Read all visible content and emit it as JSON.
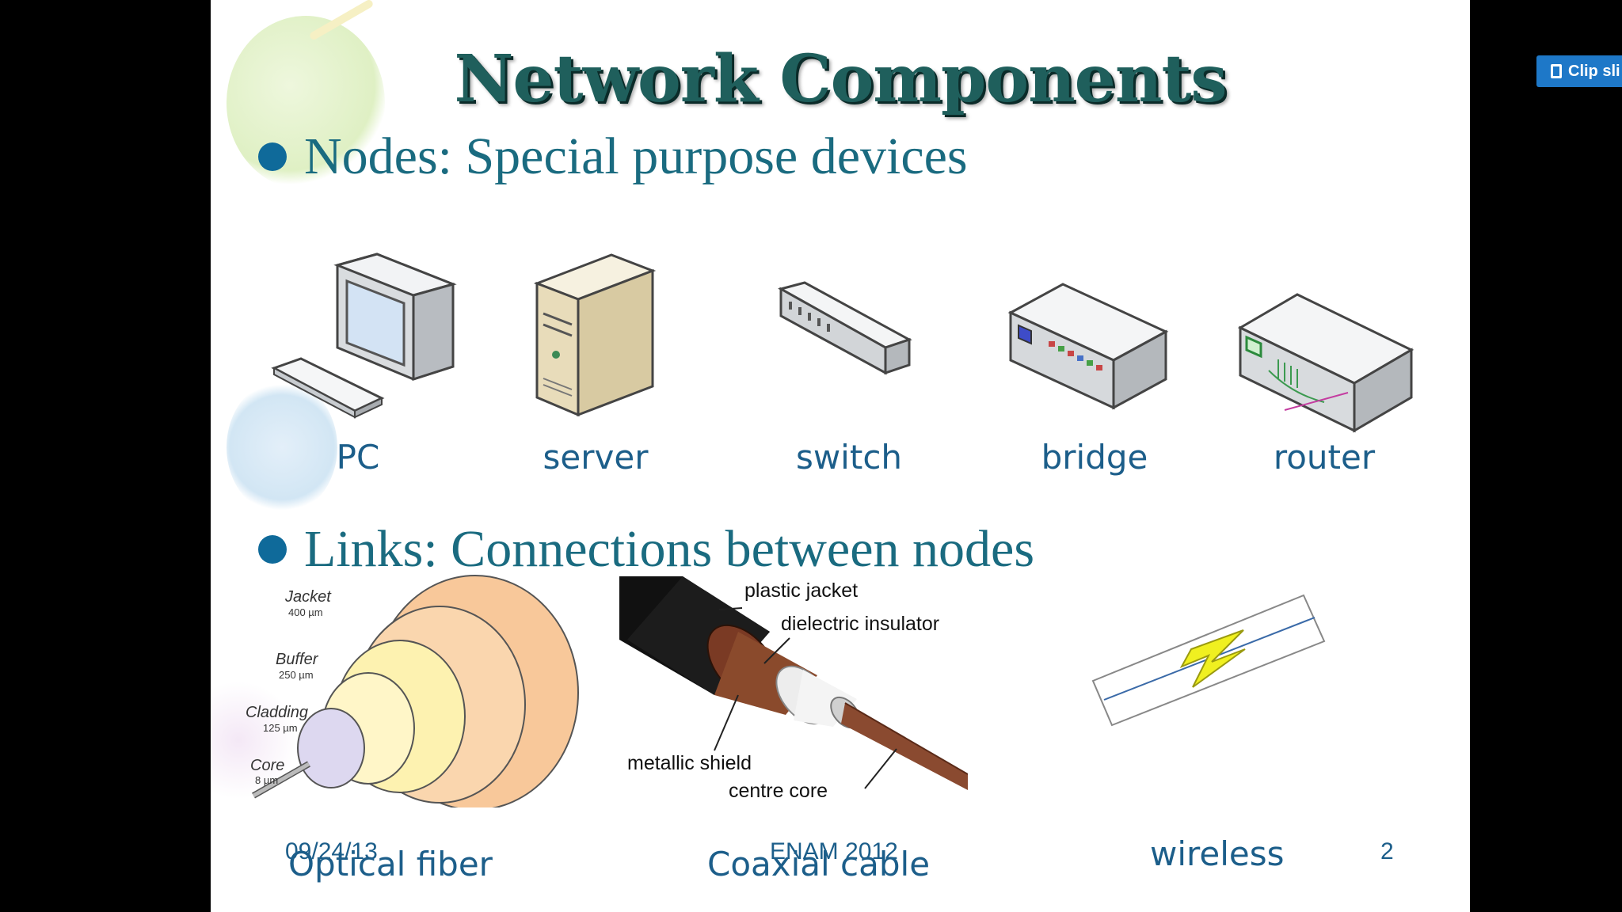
{
  "slide": {
    "title": "Network Components",
    "bullets": [
      {
        "text": "Nodes: Special purpose devices"
      },
      {
        "text": "Links: Connections between nodes"
      }
    ],
    "nodes": [
      {
        "label": "PC"
      },
      {
        "label": "server"
      },
      {
        "label": "switch"
      },
      {
        "label": "bridge"
      },
      {
        "label": "router"
      }
    ],
    "fiber": {
      "layers": [
        {
          "name": "Jacket",
          "size": "400 µm"
        },
        {
          "name": "Buffer",
          "size": "250 µm"
        },
        {
          "name": "Cladding",
          "size": "125 µm"
        },
        {
          "name": "Core",
          "size": "8 µm"
        }
      ],
      "caption": "Optical fiber"
    },
    "coax": {
      "labels": [
        "plastic jacket",
        "dielectric insulator",
        "metallic shield",
        "centre core"
      ],
      "caption": "Coaxial cable"
    },
    "wireless": {
      "caption": "wireless"
    },
    "footer": {
      "date": "09/24/13",
      "center": "ENAM 2012",
      "page": "2"
    }
  },
  "clip_button": {
    "label": "Clip sli"
  },
  "colors": {
    "title": "#1f5f5c",
    "bullet": "#0f6a9a",
    "text": "#1c5e8a"
  }
}
